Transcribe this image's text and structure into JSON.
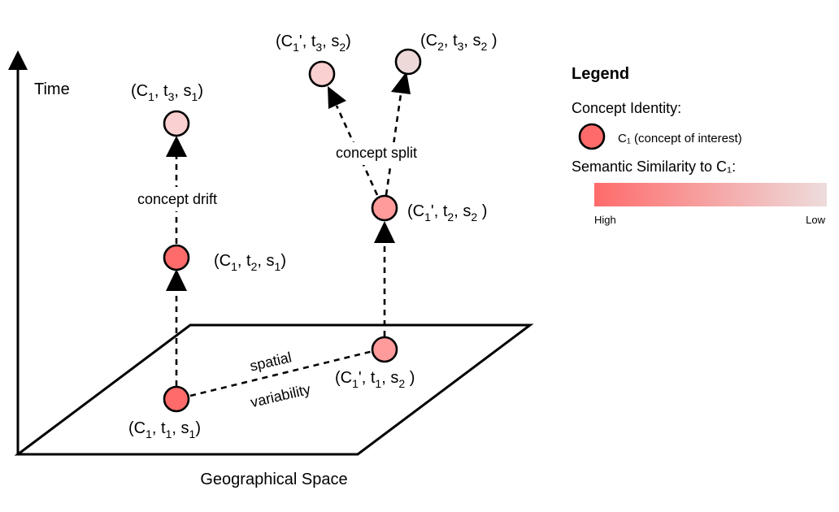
{
  "axes": {
    "vertical_label": "Time",
    "horizontal_label": "Geographical Space"
  },
  "nodes": [
    {
      "id": "n1",
      "concept": "C",
      "concept_sub": "1",
      "prime": "",
      "time_sub": "1",
      "space_sub": "1",
      "color": "#FF6B6B"
    },
    {
      "id": "n2",
      "concept": "C",
      "concept_sub": "1",
      "prime": "",
      "time_sub": "2",
      "space_sub": "1",
      "color": "#FF6B6B"
    },
    {
      "id": "n3",
      "concept": "C",
      "concept_sub": "1",
      "prime": "",
      "time_sub": "3",
      "space_sub": "1",
      "color": "#FBD0D0"
    },
    {
      "id": "n4",
      "concept": "C",
      "concept_sub": "1",
      "prime": "'",
      "time_sub": "1",
      "space_sub": "2",
      "color": "#FF9B9B"
    },
    {
      "id": "n5",
      "concept": "C",
      "concept_sub": "1",
      "prime": "'",
      "time_sub": "2",
      "space_sub": "2",
      "color": "#FF9B9B"
    },
    {
      "id": "n6",
      "concept": "C",
      "concept_sub": "1",
      "prime": "'",
      "time_sub": "3",
      "space_sub": "2",
      "color": "#FBD0D0"
    },
    {
      "id": "n7",
      "concept": "C",
      "concept_sub": "2",
      "prime": "",
      "time_sub": "3",
      "space_sub": "2",
      "color": "#EED9D9"
    }
  ],
  "annotations": {
    "drift": "concept drift",
    "split": "concept split",
    "spatial_1": "spatial",
    "spatial_2": "variability"
  },
  "legend": {
    "title": "Legend",
    "identity_heading": "Concept Identity:",
    "identity_item": "C₁ (concept of interest)",
    "identity_color": "#FF6B6B",
    "similarity_heading": "Semantic Similarity to C₁:",
    "gradient_high_color": "#FF6B6B",
    "gradient_low_color": "#EEDCDC",
    "high_label": "High",
    "low_label": "Low"
  }
}
